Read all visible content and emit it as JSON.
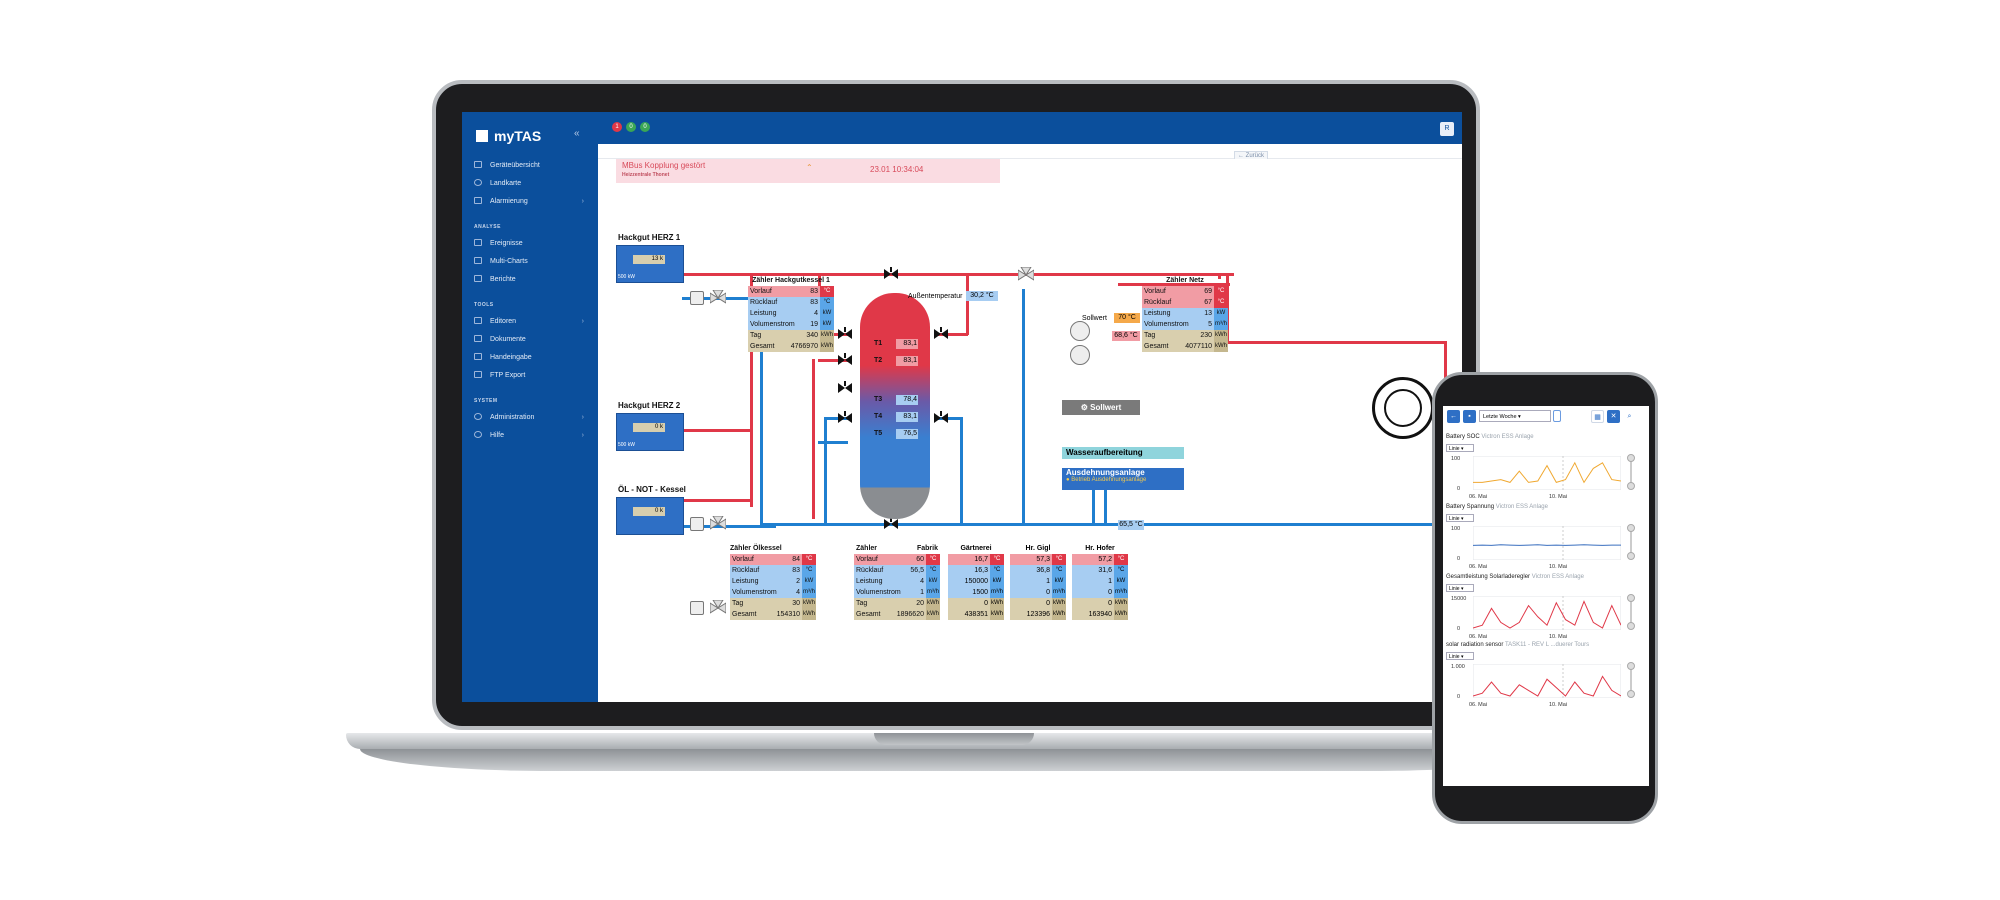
{
  "app": {
    "title": "myTAS",
    "user_initial": "R",
    "back_label": "Zurück"
  },
  "sidebar": {
    "items": [
      {
        "label": "Geräteübersicht"
      },
      {
        "label": "Landkarte"
      },
      {
        "label": "Alarmierung"
      }
    ],
    "section_analyse": "ANALYSE",
    "analyse_items": [
      {
        "label": "Ereignisse"
      },
      {
        "label": "Multi-Charts"
      },
      {
        "label": "Berichte"
      }
    ],
    "section_tools": "TOOLS",
    "tools_items": [
      {
        "label": "Editoren"
      },
      {
        "label": "Dokumente"
      },
      {
        "label": "Handeingabe"
      },
      {
        "label": "FTP Export"
      }
    ],
    "section_system": "SYSTEM",
    "system_items": [
      {
        "label": "Administration"
      },
      {
        "label": "Hilfe"
      }
    ]
  },
  "alerts": {
    "red": "1",
    "green1": "0",
    "green2": "0"
  },
  "banner": {
    "title": "MBus Kopplung gestört",
    "subtitle": "Heizzentrale Thonet",
    "timestamp": "23.01 10:34:04"
  },
  "outside_temp": {
    "label": "Außentemperatur",
    "value": "30,2",
    "unit": "°C"
  },
  "boilers": [
    {
      "name": "Hackgut HERZ 1",
      "display": "13",
      "unit": "k",
      "power": "500 kW"
    },
    {
      "name": "Hackgut HERZ 2",
      "display": "0",
      "unit": "k",
      "power": "500 kW"
    },
    {
      "name": "ÖL - NOT - Kessel",
      "display": "0",
      "unit": "k"
    }
  ],
  "meter_hk1": {
    "title": "Zähler Hackgutkessel 1",
    "rows": [
      {
        "label": "Vorlauf",
        "value": "83",
        "unit": "°C"
      },
      {
        "label": "Rücklauf",
        "value": "83",
        "unit": "°C"
      },
      {
        "label": "Leistung",
        "value": "4",
        "unit": "kW"
      },
      {
        "label": "Volumenstrom",
        "value": "19",
        "unit": "kW"
      },
      {
        "label": "Tag",
        "value": "340",
        "unit": "kWh"
      },
      {
        "label": "Gesamt",
        "value": "4766970",
        "unit": "kWh"
      }
    ]
  },
  "meter_netz": {
    "title": "Zähler Netz",
    "rows": [
      {
        "label": "Vorlauf",
        "value": "69",
        "unit": "°C"
      },
      {
        "label": "Rücklauf",
        "value": "67",
        "unit": "°C"
      },
      {
        "label": "Leistung",
        "value": "13",
        "unit": "kW"
      },
      {
        "label": "Volumenstrom",
        "value": "5",
        "unit": "m³/h"
      },
      {
        "label": "Tag",
        "value": "230",
        "unit": "kWh"
      },
      {
        "label": "Gesamt",
        "value": "4077110",
        "unit": "kWh"
      }
    ]
  },
  "sollwert": {
    "label": "Sollwert",
    "value": "70",
    "unit": "°C",
    "flow_value": "68,6",
    "flow_unit": "°C",
    "button": "Sollwert"
  },
  "return_temp": {
    "value": "65,5",
    "unit": "°C"
  },
  "tank": [
    {
      "label": "T1",
      "value": "83,1",
      "unit": "°C"
    },
    {
      "label": "T2",
      "value": "83,1",
      "unit": "°C"
    },
    {
      "label": "T3",
      "value": "78,4",
      "unit": "°C"
    },
    {
      "label": "T4",
      "value": "83,1",
      "unit": "°C"
    },
    {
      "label": "T5",
      "value": "76,5",
      "unit": "°C"
    }
  ],
  "wasseraufbereitung": "Wasseraufbereitung",
  "ausdehnung": {
    "title": "Ausdehnungsanlage",
    "status": "Betrieb Ausdehnungsanlage"
  },
  "meter_oel": {
    "title": "Zähler Ölkessel",
    "rows": [
      {
        "label": "Vorlauf",
        "value": "84",
        "unit": "°C"
      },
      {
        "label": "Rücklauf",
        "value": "83",
        "unit": "°C"
      },
      {
        "label": "Leistung",
        "value": "2",
        "unit": "kW"
      },
      {
        "label": "Volumenstrom",
        "value": "4",
        "unit": "m³/h"
      },
      {
        "label": "Tag",
        "value": "30",
        "unit": "kWh"
      },
      {
        "label": "Gesamt",
        "value": "154310",
        "unit": "kWh"
      }
    ]
  },
  "meter_fabrik": {
    "title_left": "Zähler",
    "title_right": "Fabrik",
    "rows": [
      {
        "label": "Vorlauf",
        "value": "60",
        "unit": "°C"
      },
      {
        "label": "Rücklauf",
        "value": "56,5",
        "unit": "°C"
      },
      {
        "label": "Leistung",
        "value": "4",
        "unit": "kW"
      },
      {
        "label": "Volumenstrom",
        "value": "1",
        "unit": "m³/h"
      },
      {
        "label": "Tag",
        "value": "20",
        "unit": "kWh"
      },
      {
        "label": "Gesamt",
        "value": "1896620",
        "unit": "kWh"
      }
    ]
  },
  "meter_columns": [
    {
      "title": "Gärtnerei",
      "values": [
        "16,7",
        "16,3",
        "150000",
        "1500",
        "0",
        "438351"
      ],
      "units": [
        "°C",
        "°C",
        "kW",
        "m³/h",
        "kWh",
        "kWh"
      ]
    },
    {
      "title": "Hr. Gigl",
      "values": [
        "57,3",
        "36,8",
        "1",
        "0",
        "0",
        "123396"
      ],
      "units": [
        "°C",
        "°C",
        "kW",
        "m³/h",
        "kWh",
        "kWh"
      ]
    },
    {
      "title": "Hr. Hofer",
      "values": [
        "57,2",
        "31,6",
        "1",
        "0",
        "0",
        "163940"
      ],
      "units": [
        "°C",
        "°C",
        "kW",
        "m³/h",
        "kWh",
        "kWh"
      ]
    }
  ],
  "phone": {
    "range": "Letzte Woche",
    "charts": [
      {
        "title": "Battery SOC",
        "source": "Victron ESS Anlage",
        "mode": "Linie",
        "ymax": "100",
        "ymin": "0",
        "x1": "06. Mai",
        "x2": "10. Mai",
        "color": "#f0a830"
      },
      {
        "title": "Battery Spannung",
        "source": "Victron ESS Anlage",
        "mode": "Linie",
        "ymax": "100",
        "ymin": "0",
        "x1": "06. Mai",
        "x2": "10. Mai",
        "color": "#3a6fbf"
      },
      {
        "title": "Gesamtleistung Solarladeregler",
        "source": "Victron ESS Anlage",
        "mode": "Linie",
        "ymax": "15000",
        "ymin": "0",
        "x1": "06. Mai",
        "x2": "10. Mai",
        "color": "#e03848"
      },
      {
        "title": "solar radiation sensor",
        "source": "TASK11 - REV L ...duerer Tours",
        "mode": "Linie",
        "ymax": "1.000",
        "ymin": "0",
        "x1": "06. Mai",
        "x2": "10. Mai",
        "color": "#e03848"
      }
    ]
  }
}
